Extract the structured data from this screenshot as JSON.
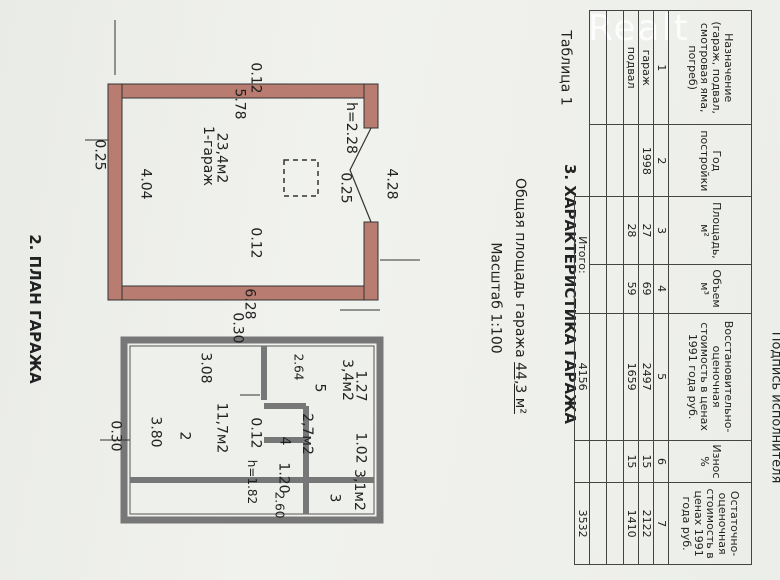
{
  "watermark": "Realt",
  "section2_title": "2. ПЛАН ГАРАЖА",
  "scale": "Масштаб 1:100",
  "total_area_label": "Общая площадь гаража",
  "total_area_value": "44,3 м²",
  "plan_small": {
    "dims": [
      "0.30",
      "3.80",
      "3.08",
      "0.30",
      "0.12",
      "1.20",
      "h=1.82",
      "2.60",
      "1.02",
      "1.27",
      "2.64"
    ],
    "rooms": [
      {
        "num": "2",
        "area": "11,7м2"
      },
      {
        "num": "4",
        "area": "2,7м2"
      },
      {
        "num": "3",
        "area": "3,1м2"
      },
      {
        "num": "5",
        "area": "3,4м2"
      }
    ]
  },
  "plan_big": {
    "dims": [
      "0.25",
      "4.04",
      "0.12",
      "5.78",
      "0.12",
      "6.28",
      "0.25",
      "4.28",
      "h=2.28"
    ],
    "room": {
      "name": "1-гараж",
      "area": "23,4м2"
    }
  },
  "section3_title": "3. ХАРАКТЕРИСТИКА ГАРАЖА",
  "table_label": "Таблица 1",
  "table": {
    "headers": [
      "Назначение (гараж, подвал, смотровая яма, погреб)",
      "Год постройки",
      "Площадь, м²",
      "Объем м³",
      "Восстановительно-оценочная стоимость в ценах 1991 года руб.",
      "Износ %",
      "Остаточно-оценочная стоимость в ценах 1991 года руб."
    ],
    "col_numbers": [
      "1",
      "2",
      "3",
      "4",
      "5",
      "6",
      "7"
    ],
    "rows": [
      [
        "гараж",
        "1998",
        "27",
        "69",
        "2497",
        "15",
        "2122"
      ],
      [
        "подвал",
        "",
        "28",
        "59",
        "1659",
        "15",
        "1410"
      ]
    ],
    "total_label": "Итого:",
    "total_cost": "4156",
    "total_residual": "3532"
  },
  "signature_label": "Подпись исполнителя"
}
